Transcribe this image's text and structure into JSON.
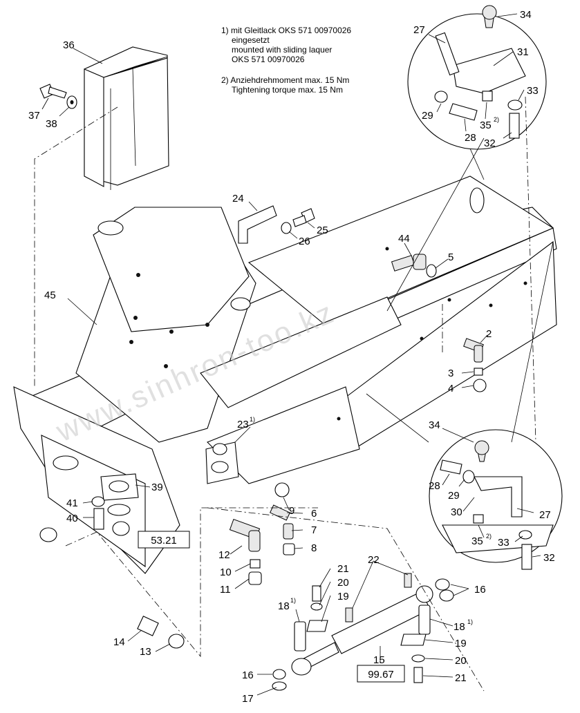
{
  "notes": {
    "n1_l1": "1) mit Gleitlack OKS 571 00970026",
    "n1_l2": "eingesetzt",
    "n1_l3": "mounted with sliding laquer",
    "n1_l4": "OKS 571 00970026",
    "n2_l1": "2)  Anziehdrehmoment max. 15 Nm",
    "n2_l2": "Tightening torque max. 15 Nm"
  },
  "references": {
    "ref_a": "53.21",
    "ref_b": "99.67"
  },
  "watermark": "www.sinhron-too.kz",
  "superscripts": {
    "s1": "1)",
    "s2": "2)"
  },
  "callouts": {
    "c2": "2",
    "c3": "3",
    "c4": "4",
    "c5": "5",
    "c6": "6",
    "c7": "7",
    "c8": "8",
    "c9": "9",
    "c10": "10",
    "c11": "11",
    "c12": "12",
    "c13": "13",
    "c14": "14",
    "c15": "15",
    "c16": "16",
    "c17": "17",
    "c18": "18",
    "c19": "19",
    "c20": "20",
    "c21": "21",
    "c22": "22",
    "c23": "23",
    "c24": "24",
    "c25": "25",
    "c26": "26",
    "c27": "27",
    "c28": "28",
    "c29": "29",
    "c30": "30",
    "c31": "31",
    "c32": "32",
    "c33": "33",
    "c34": "34",
    "c35": "35",
    "c36": "36",
    "c37": "37",
    "c38": "38",
    "c39": "39",
    "c40": "40",
    "c41": "41",
    "c44": "44",
    "c45": "45"
  }
}
